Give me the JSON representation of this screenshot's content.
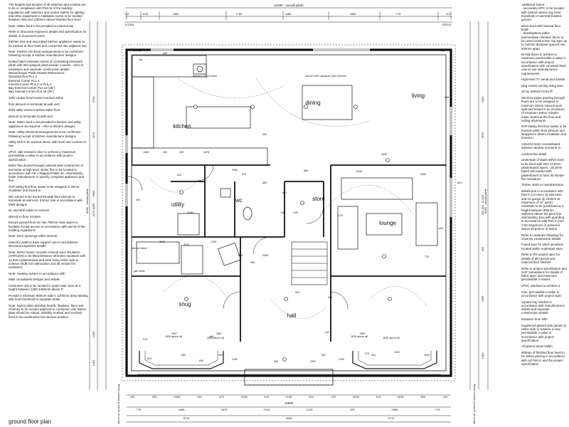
{
  "left_notes": [
    "The heights and location of all switches and sockets are to be in compliance with Part M of the building regulations with switches and socket outlets for lighting and other equipment in habitable rooms to be located between 450 and 1200mm above finished floor level",
    "Note: Water feed to be provided to external tap",
    "Refer to structural engineers details and specification for details of movement joints",
    "Kitchen sink and associated kitchen appliance waste to be tracked at floor level and connected into adjacent svp",
    "Note: Kitchen electrical arrangements to be confirmed following receipt of kitchen manufacturer designs",
    "Dotted hatch indicates extent of contrasting brickwork plinth with 20x splayed plinth header courses - refer to elevations and separate construction details.\nWeinerberger Plinth Header References:\nStandard Run          PL1.2\nExternal Corner       PL1.2\nInternal Corner       PL4.2 or PL5.2\nBay External Corner   PL6.18 (45°)\nBay Internal Corner   PL6.18 (45°)",
    "30l/s cooker hood extract tracked within",
    "floor plenum to terminate at wall vent",
    "30l/s utility extract tracked within floor",
    "plenum to terminate at wall vent",
    "Note: Water feed to be provided to kitchen and utility appliances as required - refer to kitchen designs",
    "Note: Utility electrical arrangements to be confirmed following receipt of kitchen manufacturer designs",
    "Utility sink to be tracked above slab level and connect to svp",
    "uPVC side entrance door to achieve a maximum permissible u-value in accordance with project specification",
    "Boiler flue ducted through external wall construction to terminate at high level. Boiler flue to be located in accordance with AD J Diagram/Table 3A. Alternatively boiler manufacturer to specify compliant appliance and flue.",
    "SVP taking first floor waste to be wrapped in 25mm insulation and boxed-in",
    "WC extract to be ducted through floor plenum to terminate at wall vent. Extract rate in accordance with M&E designs",
    "wc and whb waste to connect",
    "directly to floor sockets",
    "Ensure ground floor wc has 750mm clear space to facilitate frontal access in accordance with part M of the building regulations",
    "Note: Door openings within internal",
    "masonry walls to have support over in accordance structural engineers details",
    "Note: 65mm louver Acoustic mineral wool insulation (APR1200) to be fitted between all timber studwork with 12.5mm plasterboard and skim lining either side to achieve 40dB min attenuation and 38 minute fire resistance",
    "Note: Heating system in accordance with",
    "M&E consultants designs and details",
    "Consumer unit to be located in under-stair store at a height between 1350-1450mm above ff",
    "Provide a minimum 900mm wide x 1200mm deep landing with level threshold to separate detail",
    "Note: Notice plate detailing hearth, fireplace, flues and chimney to be located adjacent to consumer unit. Notice plate should be robust, indelibly marked and securely fixed in an unobtrusive but obvious position"
  ],
  "plan_title": "ground floor plan",
  "right_notes": [
    "Additional Notes:\n- secondary DPC to be located with 150mm above any level threshold or external finished ground",
    "when level with internal floor finish\n- downlighters within intermediate chamber floors to be used construction clip type up to 120mm diameter spaced min. 500mm apart",
    "Bi-fold doors to achieve a maximum permissible u-value in accordance with project specification with structural lintel over to suit manufacturers requirements",
    "High-level TV aerial and double",
    "plug socket serving living area",
    "set at 1500mm from ffl",
    "Services pipes passing through floors are to be wrapped in minimum 25mm mineral wool quilt and boxed in an enclosure of minimum 15mm 'Gleyite' mass sealed at the floor and ceiling abutments",
    "SVP taking first floor waste to be tracked within floor plenum and wrapped in 25mm insulation and boxed-in",
    "140x102.5mm reconstituted artstone window surround to",
    "construction detail",
    "Underside of stairs within store to be lined with 2No 12.5mm plasterboard layers - all joints taped and sealed with plasterboard to form 30 minute fire resistance",
    "Timber stairs to manufacturers",
    "details and in accordance with Part K (13 risers @ 205.5mm and 12 goings @ 233mm at maximum of 42° pitch). Handrails to be positioned at a height between 900mm - 1000mm above the pitch line and landing area with guarding in accordance with Part K (min 2.0m headroom is achieved above all portion of stairs)",
    "Refer to separate drawings for chimney construction details",
    "Fused spur for alarm provision located within understair store",
    "Refer to the project spec for details of all internal and external floor finishes",
    "Refer to project specification and SAP calculations for details of fabric spec and maximum permissible U-values",
    "uPVC windows to achieve a",
    "max. permissible u-value in accordance with project spec",
    "Square bay window in accordance with manufacturers details and separate construction details",
    "Entrance door with",
    "toughened glazed side panels to either side to achieve a max. permissible u-value in accordance with project specification",
    "All glazed areas within",
    "800mm of finished floor level to be safety glazing in accordance with AD Part K and the project specification"
  ],
  "rooms": {
    "kitchen": "kitchen",
    "dining": "dining",
    "living": "living",
    "utility": "utility",
    "wc": "wc",
    "store": "store",
    "lounge": "lounge",
    "snug": "snug",
    "hall": "hall"
  },
  "dims": {
    "overall_top": "11690 - overall plinth",
    "overall_bottom": "10860",
    "top_row": [
      "112",
      "1115",
      "1880",
      "1780",
      "2485",
      "1880",
      "776",
      "112"
    ],
    "top_row2": [
      "112303",
      "303112"
    ],
    "bottom_row": [
      "415",
      "263",
      "1635",
      "415",
      "470",
      "1228",
      "415",
      "2145",
      "415",
      "470",
      "1228",
      "415",
      "1635",
      "263",
      "415"
    ],
    "bottom_row2": [
      "778",
      "2485",
      "1878",
      "1018",
      "1228",
      "478",
      "2485",
      "778"
    ],
    "bottom_overall": [
      "3712",
      "4265",
      "3712"
    ],
    "interior": [
      "1165",
      "920",
      "225",
      "1878",
      "2360",
      "6318",
      "5493",
      "3210",
      "2210",
      "1780",
      "1567",
      "1567",
      "3697",
      "1635 above cill",
      "2835 above cill",
      "1635 above cill",
      "2835 above cill",
      "2285",
      "578",
      "900",
      "1150",
      "580",
      "600",
      "930",
      "1600",
      "1150",
      "1700",
      "475",
      "300",
      "880",
      "775",
      "1270",
      "2500",
      "975",
      "250",
      "840",
      "615",
      "1005"
    ],
    "side_left": [
      "3750",
      "3270",
      "8095",
      "8095",
      "3275",
      "1335",
      "1425"
    ],
    "side_right": [
      "3450",
      "3570",
      "11 450",
      "260 301",
      "563",
      "4385",
      "1480"
    ],
    "misc": [
      "Aecom WP2 windpost 150x70x4mm",
      "ext. tap",
      "svp",
      "Washer / Dryer under",
      "Boiler",
      "electric meter",
      "gas meter",
      "SVP",
      "tap",
      "w04",
      "w01",
      "d04",
      "d12",
      "d01",
      "d09",
      "d15",
      "d11",
      "w03",
      "w05",
      "w02",
      "d06",
      "d36",
      "d80",
      "d39"
    ]
  },
  "rotated_labels": {
    "left_plinth": "dims to ext. ground for entrance canopy",
    "right_plinth": "dims to ext. ground for entrance canopy",
    "left_overall": "8095 - overall plinth",
    "right_overall": "8095 - overall plinth"
  }
}
